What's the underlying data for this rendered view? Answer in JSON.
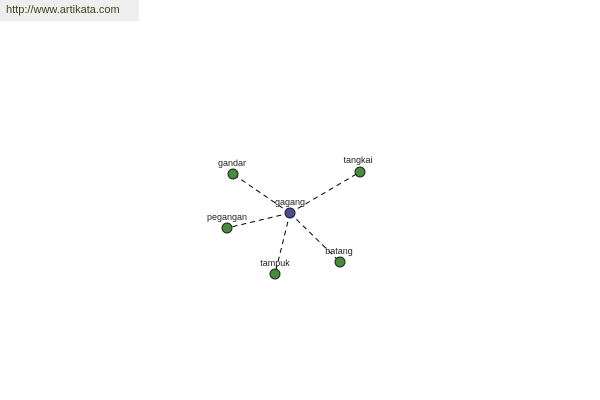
{
  "banner": {
    "url_text": "http://www.artikata.com"
  },
  "graph": {
    "center": {
      "id": "gagang",
      "label": "gagang",
      "color": "#4a4f8a"
    },
    "leaf_color": "#4a8a3e",
    "nodes": [
      {
        "id": "gandar",
        "label": "gandar"
      },
      {
        "id": "tangkai",
        "label": "tangkai"
      },
      {
        "id": "pegangan",
        "label": "pegangan"
      },
      {
        "id": "tampuk",
        "label": "tampuk"
      },
      {
        "id": "batang",
        "label": "batang"
      }
    ],
    "edges": [
      {
        "from": "gagang",
        "to": "gandar"
      },
      {
        "from": "gagang",
        "to": "tangkai"
      },
      {
        "from": "gagang",
        "to": "pegangan"
      },
      {
        "from": "gagang",
        "to": "tampuk"
      },
      {
        "from": "gagang",
        "to": "batang"
      }
    ]
  }
}
